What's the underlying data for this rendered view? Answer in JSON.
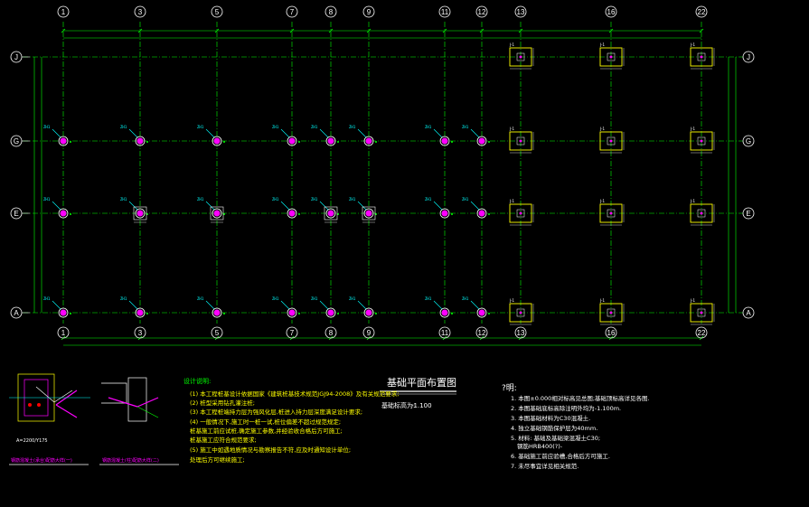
{
  "grid": {
    "columns": [
      "1",
      "3",
      "5",
      "7",
      "8",
      "9",
      "11",
      "12",
      "13",
      "16",
      "22"
    ],
    "rows": [
      "J",
      "G",
      "E",
      "A"
    ]
  },
  "title": {
    "main": "基础平面布置图",
    "scale_prefix": "基础标高为:",
    "scale_value": "-1.100"
  },
  "design_notes": {
    "heading": "设计说明:",
    "items": [
      "(1) 本工程桩基设计依据国家《建筑桩基技术规范JGJ94-2008》及有关规范要求;",
      "(2) 桩型采用钻孔灌注桩;",
      "(3) 本工程桩端持力层为强风化层,桩进入持力层深度满足设计要求;",
      "(4) 一般情况下,施工时一桩一试,桩位偏差不超过规范规定;",
      "     桩基施工前应试桩,确定施工参数,并经验收合格后方可施工;",
      "     桩基施工应符合规范要求;",
      "(5) 施工中如遇地质情况与勘察报告不符,应及时通知设计单位;",
      "     处理后方可继续施工;"
    ]
  },
  "right_notes": {
    "heading": "?明:",
    "items": [
      "1. 本图±0.000相对标高见总图;基础顶标高详见各图.",
      "2. 本图基础底标高除注明外均为-1.100m.",
      "3. 本图基础材料为C30混凝土.",
      "4. 独立基础钢筋保护层为40mm.",
      "5. 材料: 基础及基础梁混凝土C30;",
      "   钢筋HRB400(?)-",
      "6. 基础施工前应验槽,合格后方可施工.",
      "7. 未尽事宜详见相关规范."
    ]
  },
  "details": {
    "left_label": "钢筋混凝土(承台)配筋大样(一)",
    "right_label": "钢筋混凝土(柱)配筋大样(二)",
    "left_callout": "A=2200/Y175"
  },
  "pile_labels": {
    "zh": "ZH1",
    "jc": "J-1"
  },
  "colors": {
    "grid_line": "#00ff00",
    "axis_bubble": "#ffffff",
    "pile": "#ff00ff",
    "footing": "#ffff00",
    "leader": "#00ffff"
  }
}
